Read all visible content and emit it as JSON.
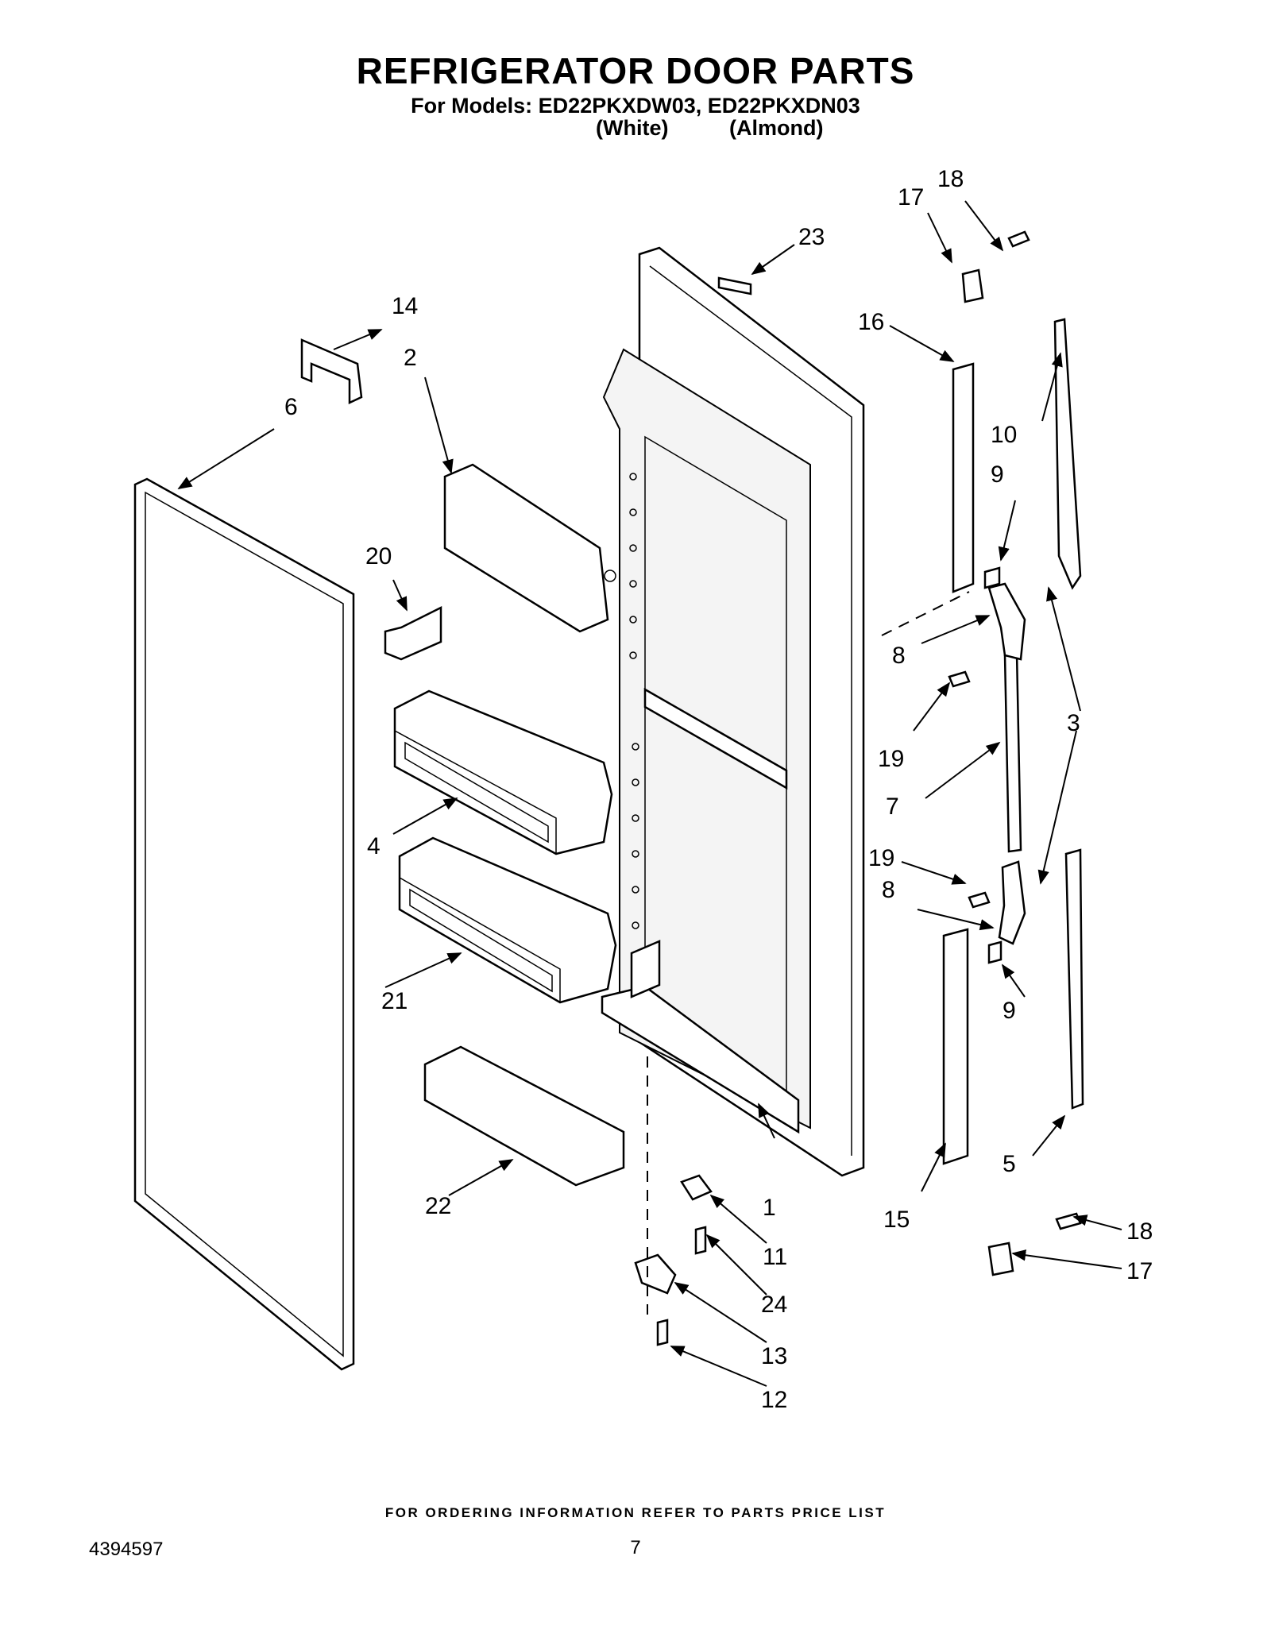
{
  "header": {
    "title": "REFRIGERATOR DOOR PARTS",
    "models_line": "For Models: ED22PKXDW03, ED22PKXDN03",
    "variant_white": "(White)",
    "variant_almond": "(Almond)"
  },
  "callouts": [
    {
      "id": "c1",
      "num": "1"
    },
    {
      "id": "c2",
      "num": "2"
    },
    {
      "id": "c3",
      "num": "3"
    },
    {
      "id": "c4",
      "num": "4"
    },
    {
      "id": "c5",
      "num": "5"
    },
    {
      "id": "c6",
      "num": "6"
    },
    {
      "id": "c7",
      "num": "7"
    },
    {
      "id": "c8a",
      "num": "8"
    },
    {
      "id": "c8b",
      "num": "8"
    },
    {
      "id": "c9a",
      "num": "9"
    },
    {
      "id": "c9b",
      "num": "9"
    },
    {
      "id": "c10",
      "num": "10"
    },
    {
      "id": "c11",
      "num": "11"
    },
    {
      "id": "c12",
      "num": "12"
    },
    {
      "id": "c13",
      "num": "13"
    },
    {
      "id": "c14",
      "num": "14"
    },
    {
      "id": "c15",
      "num": "15"
    },
    {
      "id": "c16",
      "num": "16"
    },
    {
      "id": "c17a",
      "num": "17"
    },
    {
      "id": "c17b",
      "num": "17"
    },
    {
      "id": "c18a",
      "num": "18"
    },
    {
      "id": "c18b",
      "num": "18"
    },
    {
      "id": "c19a",
      "num": "19"
    },
    {
      "id": "c19b",
      "num": "19"
    },
    {
      "id": "c20",
      "num": "20"
    },
    {
      "id": "c21",
      "num": "21"
    },
    {
      "id": "c22",
      "num": "22"
    },
    {
      "id": "c23",
      "num": "23"
    },
    {
      "id": "c24",
      "num": "24"
    }
  ],
  "footer": {
    "ordering_note": "FOR ORDERING INFORMATION REFER TO PARTS PRICE LIST",
    "doc_number": "4394597",
    "page_number": "7"
  }
}
